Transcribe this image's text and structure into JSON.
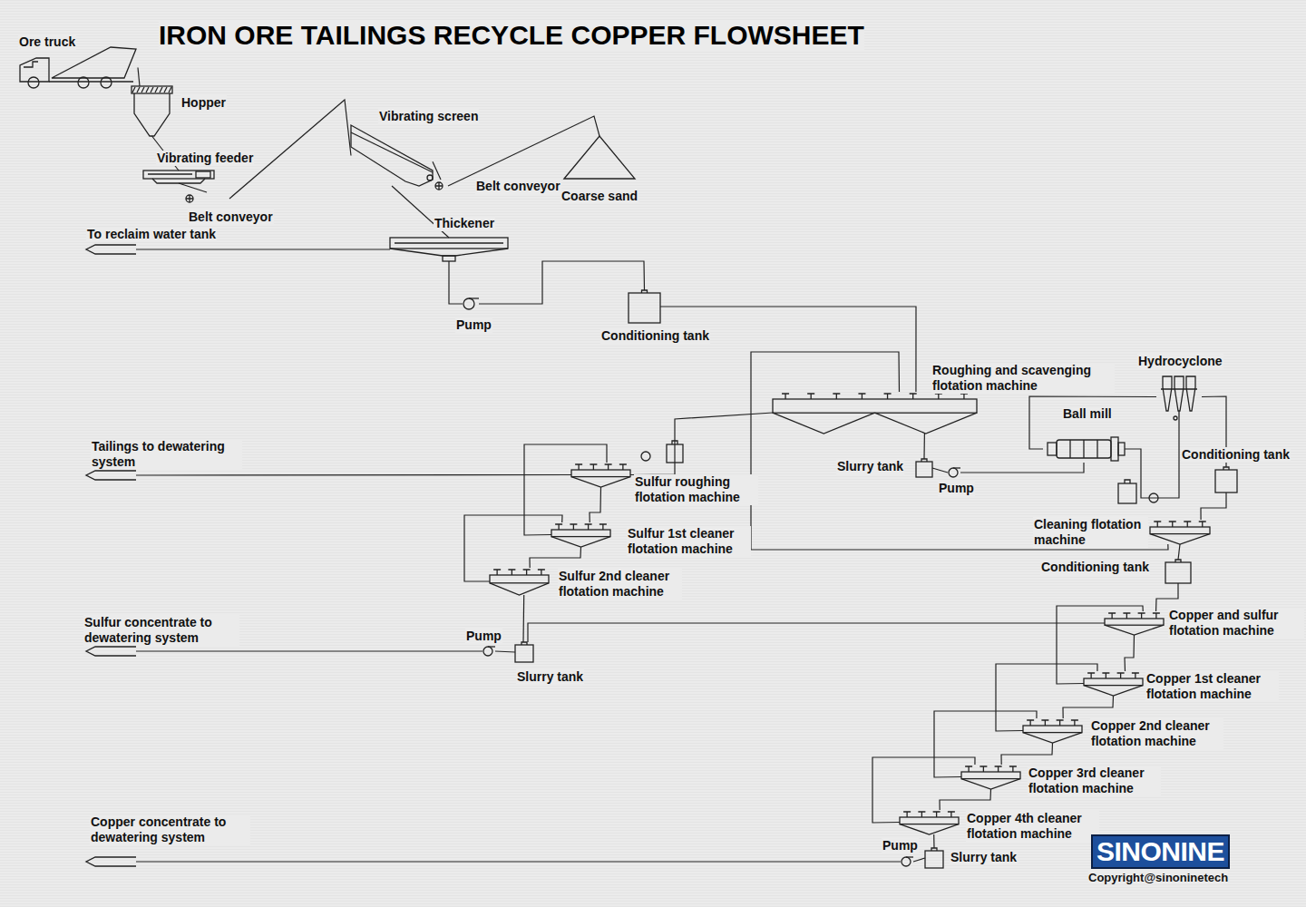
{
  "diagram": {
    "title": "IRON ORE TAILINGS RECYCLE COPPER FLOWSHEET",
    "nodes": [
      {
        "text": [
          "Ore truck"
        ]
      },
      {
        "text": [
          "Hopper"
        ]
      },
      {
        "text": [
          "Vibrating feeder"
        ]
      },
      {
        "text": [
          "Belt conveyor"
        ]
      },
      {
        "text": [
          "Vibrating screen"
        ]
      },
      {
        "text": [
          "Belt conveyor"
        ]
      },
      {
        "text": [
          "Coarse sand"
        ]
      },
      {
        "text": [
          "Thickener"
        ]
      },
      {
        "text": [
          "To reclaim water tank"
        ]
      },
      {
        "text": [
          "Pump"
        ]
      },
      {
        "text": [
          "Conditioning tank"
        ]
      },
      {
        "text": [
          "Roughing and scavenging flotation machine"
        ]
      },
      {
        "text": [
          "Hydrocyclone"
        ]
      },
      {
        "text": [
          "Ball mill"
        ]
      },
      {
        "text": [
          "Slurry tank"
        ]
      },
      {
        "text": [
          "Pump"
        ]
      },
      {
        "text": [
          "Conditioning tank"
        ]
      },
      {
        "text": [
          "Tailings to dewatering system"
        ]
      },
      {
        "text": [
          "Sulfur roughing flotation machine"
        ]
      },
      {
        "text": [
          "Sulfur 1st cleaner flotation machine"
        ]
      },
      {
        "text": [
          "Sulfur 2nd cleaner flotation machine"
        ]
      },
      {
        "text": [
          "Cleaning flotation machine"
        ]
      },
      {
        "text": [
          "Conditioning tank"
        ]
      },
      {
        "text": [
          "Sulfur concentrate to dewatering system"
        ]
      },
      {
        "text": [
          "Pump"
        ]
      },
      {
        "text": [
          "Slurry tank"
        ]
      },
      {
        "text": [
          "Copper and sulfur flotation machine"
        ]
      },
      {
        "text": [
          "Copper 1st cleaner flotation machine"
        ]
      },
      {
        "text": [
          "Copper 2nd cleaner flotation machine"
        ]
      },
      {
        "text": [
          "Copper 3rd cleaner flotation machine"
        ]
      },
      {
        "text": [
          "Copper 4th cleaner flotation machine"
        ]
      },
      {
        "text": [
          "Copper concentrate to dewatering system"
        ]
      },
      {
        "text": [
          "Pump"
        ]
      },
      {
        "text": [
          "Slurry tank"
        ]
      }
    ],
    "edges": [
      {
        "from": 0,
        "to": 1,
        "arrow": "none"
      },
      {
        "from": 1,
        "to": 2,
        "arrow": "none"
      },
      {
        "from": 2,
        "to": 3,
        "arrow": "none"
      },
      {
        "from": 3,
        "to": 4,
        "arrow": "none"
      },
      {
        "from": 4,
        "to": 5,
        "arrow": "none"
      },
      {
        "from": 5,
        "to": 6,
        "arrow": "none"
      },
      {
        "from": 4,
        "to": 7,
        "arrow": "none"
      },
      {
        "from": 7,
        "to": 8,
        "arrow": "none"
      },
      {
        "from": 7,
        "to": 9,
        "arrow": "none"
      },
      {
        "from": 9,
        "to": 10,
        "arrow": "none"
      },
      {
        "from": 10,
        "to": 11,
        "arrow": "none"
      },
      {
        "from": 11,
        "to": 14,
        "arrow": "none"
      },
      {
        "from": 14,
        "to": 15,
        "arrow": "none"
      },
      {
        "from": 15,
        "to": 13,
        "arrow": "none"
      },
      {
        "from": 13,
        "to": 12,
        "arrow": "none"
      },
      {
        "from": 12,
        "to": 13,
        "arrow": "none"
      },
      {
        "from": 12,
        "to": 16,
        "arrow": "none"
      },
      {
        "from": 16,
        "to": 21,
        "arrow": "none"
      },
      {
        "from": 21,
        "to": 11,
        "arrow": "none"
      },
      {
        "from": 21,
        "to": 22,
        "arrow": "none"
      },
      {
        "from": 22,
        "to": 26,
        "arrow": "none"
      },
      {
        "from": 11,
        "to": 18,
        "arrow": "none"
      },
      {
        "from": 18,
        "to": 17,
        "arrow": "none"
      },
      {
        "from": 18,
        "to": 19,
        "arrow": "none"
      },
      {
        "from": 19,
        "to": 18,
        "arrow": "none"
      },
      {
        "from": 19,
        "to": 20,
        "arrow": "none"
      },
      {
        "from": 20,
        "to": 19,
        "arrow": "none"
      },
      {
        "from": 20,
        "to": 25,
        "arrow": "none"
      },
      {
        "from": 25,
        "to": 24,
        "arrow": "none"
      },
      {
        "from": 24,
        "to": 23,
        "arrow": "none"
      },
      {
        "from": 26,
        "to": 25,
        "arrow": "none"
      },
      {
        "from": 26,
        "to": 27,
        "arrow": "none"
      },
      {
        "from": 27,
        "to": 26,
        "arrow": "none"
      },
      {
        "from": 27,
        "to": 28,
        "arrow": "none"
      },
      {
        "from": 28,
        "to": 27,
        "arrow": "none"
      },
      {
        "from": 28,
        "to": 29,
        "arrow": "none"
      },
      {
        "from": 29,
        "to": 28,
        "arrow": "none"
      },
      {
        "from": 29,
        "to": 30,
        "arrow": "none"
      },
      {
        "from": 30,
        "to": 29,
        "arrow": "none"
      },
      {
        "from": 30,
        "to": 33,
        "arrow": "none"
      },
      {
        "from": 33,
        "to": 32,
        "arrow": "none"
      },
      {
        "from": 32,
        "to": 31,
        "arrow": "none"
      }
    ],
    "labels": [
      "SINONINE",
      "Copyright@sinoninetech"
    ]
  }
}
